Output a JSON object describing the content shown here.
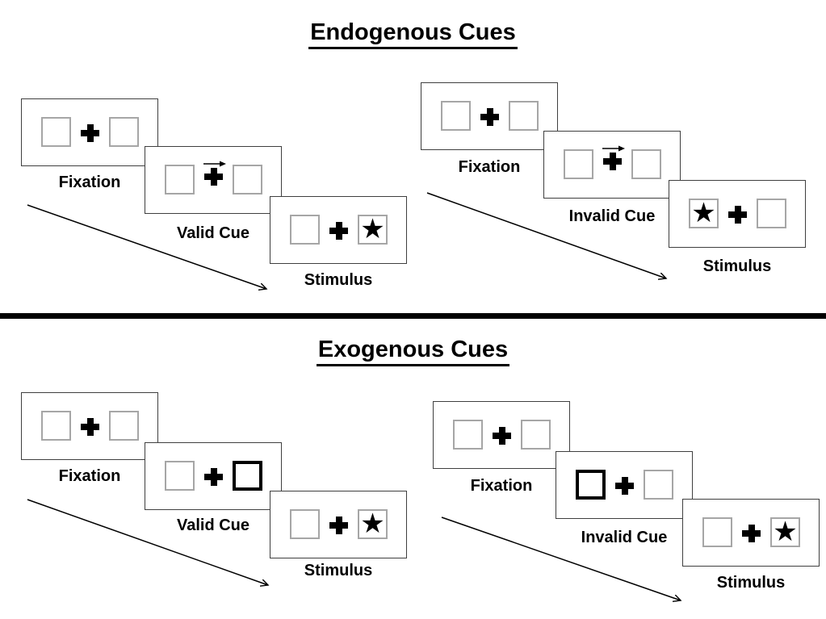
{
  "sections": {
    "endogenous": {
      "title": "Endogenous Cues",
      "valid": {
        "fixation_label": "Fixation",
        "cue_label": "Valid Cue",
        "stimulus_label": "Stimulus",
        "cue_symbol": "arrow-right",
        "stimulus_side": "right"
      },
      "invalid": {
        "fixation_label": "Fixation",
        "cue_label": "Invalid Cue",
        "stimulus_label": "Stimulus",
        "cue_symbol": "arrow-right",
        "stimulus_side": "left"
      }
    },
    "exogenous": {
      "title": "Exogenous Cues",
      "valid": {
        "fixation_label": "Fixation",
        "cue_label": "Valid Cue",
        "stimulus_label": "Stimulus",
        "cue_symbol": "highlight-right-box",
        "stimulus_side": "right"
      },
      "invalid": {
        "fixation_label": "Fixation",
        "cue_label": "Invalid Cue",
        "stimulus_label": "Stimulus",
        "cue_symbol": "highlight-left-box",
        "stimulus_side": "right"
      }
    }
  },
  "glyphs": {
    "star": "★"
  },
  "colors": {
    "background": "#ffffff",
    "panel_border": "#3f3f3f",
    "box_border": "#a6a6a6",
    "cue_highlight": "#000000",
    "text": "#000000",
    "divider": "#000000"
  }
}
